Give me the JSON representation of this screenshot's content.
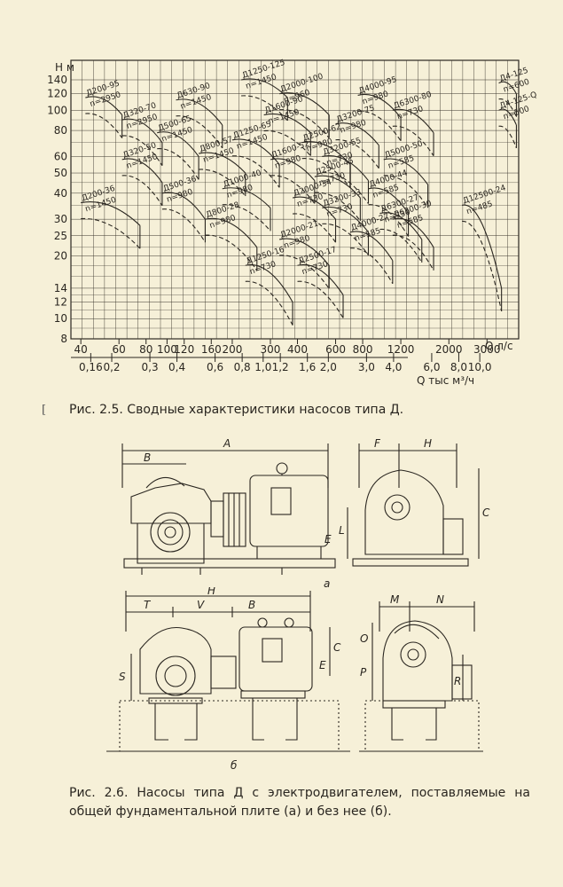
{
  "figure_2_5": {
    "y_axis_label": "Н м",
    "y_ticks": [
      "140",
      "120",
      "100",
      "80",
      "60",
      "50",
      "40",
      "30",
      "25",
      "20",
      "14",
      "12",
      "10",
      "8"
    ],
    "x_ticks_ls": [
      "40",
      "60",
      "80",
      "100",
      "120",
      "160",
      "200",
      "300",
      "400",
      "600",
      "800",
      "1200",
      "2000",
      "3000"
    ],
    "x_unit_ls": "Q л/с",
    "x_ticks_m3h": [
      "0,16",
      "0,2",
      "0,3",
      "0,4",
      "0,6",
      "0,8",
      "1,0",
      "1,2",
      "1,6",
      "2,0",
      "3,0",
      "4,0",
      "6,0",
      "8,0",
      "10,0"
    ],
    "x_unit_m3h": "Q тыс м³/ч",
    "pumps": [
      {
        "name": "Д200-95",
        "rpm": "n=2950"
      },
      {
        "name": "Д320-70",
        "rpm": "n=2950"
      },
      {
        "name": "Д200-36",
        "rpm": "n=1450"
      },
      {
        "name": "Д320-50",
        "rpm": "n=1450"
      },
      {
        "name": "Д500-65",
        "rpm": "n=1450"
      },
      {
        "name": "Д630-90",
        "rpm": "n=1450"
      },
      {
        "name": "Д800-57",
        "rpm": "n=1450"
      },
      {
        "name": "Д500-36",
        "rpm": "n=980"
      },
      {
        "name": "Д800-28",
        "rpm": "n=980"
      },
      {
        "name": "Д1250-125",
        "rpm": "n=1450"
      },
      {
        "name": "Д1250-65",
        "rpm": "n=1450"
      },
      {
        "name": "Д1000-40",
        "rpm": "n=980"
      },
      {
        "name": "Д1250-16",
        "rpm": "n=730"
      },
      {
        "name": "Д2000-100",
        "rpm": "n=960"
      },
      {
        "name": "Д1600-90",
        "rpm": "n=1450"
      },
      {
        "name": "Д1600-52",
        "rpm": "n=980"
      },
      {
        "name": "Д2500-62",
        "rpm": "n=980"
      },
      {
        "name": "Д2000-34",
        "rpm": "n=730"
      },
      {
        "name": "Д2000-21",
        "rpm": "n=980"
      },
      {
        "name": "Д2500-17",
        "rpm": "n=730"
      },
      {
        "name": "Д2500-45",
        "rpm": "n=730"
      },
      {
        "name": "Д3200-75",
        "rpm": "n=980"
      },
      {
        "name": "Д3200-55",
        "rpm": "n=730"
      },
      {
        "name": "Д4000-95",
        "rpm": "n=980"
      },
      {
        "name": "Д6300-80",
        "rpm": "n=730"
      },
      {
        "name": "Д5000-50",
        "rpm": "n=585"
      },
      {
        "name": "Д3200-33",
        "rpm": "n=730"
      },
      {
        "name": "Д6300-27",
        "rpm": "n=730"
      },
      {
        "name": "Д4000-44",
        "rpm": "n=585"
      },
      {
        "name": "Д4000-27",
        "rpm": "n=585"
      },
      {
        "name": "Д6300-30",
        "rpm": "n=585"
      },
      {
        "name": "Д12500-24",
        "rpm": "n=485"
      },
      {
        "name": "Д4-125",
        "rpm": "n=600"
      },
      {
        "name": "Д4-125-Q",
        "rpm": "n=500"
      }
    ],
    "caption": "Рис. 2.5. Сводные характеристики насосов типа Д."
  },
  "figure_2_6": {
    "labels_a": {
      "A": "A",
      "B": "B",
      "F": "F",
      "H": "H",
      "C": "C",
      "L": "L",
      "E": "E",
      "sub": "а"
    },
    "labels_b": {
      "H": "H",
      "T": "T",
      "V": "V",
      "B": "B",
      "C": "C",
      "E": "E",
      "S": "S",
      "M": "M",
      "N": "N",
      "O": "O",
      "P": "P",
      "R": "R",
      "sub": "б"
    },
    "caption": "Рис. 2.6. Насосы типа Д с электродвигателем, поставляемые на общей фундаментальной плите (а) и без нее (б)."
  }
}
